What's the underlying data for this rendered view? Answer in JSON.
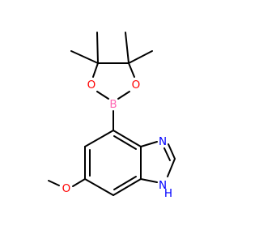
{
  "molecule": {
    "atoms": {
      "oxygen_ring_left": "O",
      "oxygen_ring_right": "O",
      "boron": "B",
      "nitrogen_imine": "N",
      "nitrogen_nh": "N",
      "hydrogen_nh": "H",
      "oxygen_methoxy": "O"
    }
  },
  "colors": {
    "oxygen": "#ff0000",
    "nitrogen": "#0000ff",
    "boron": "#ff69b4",
    "bond": "#000000",
    "background": "#ffffff"
  }
}
